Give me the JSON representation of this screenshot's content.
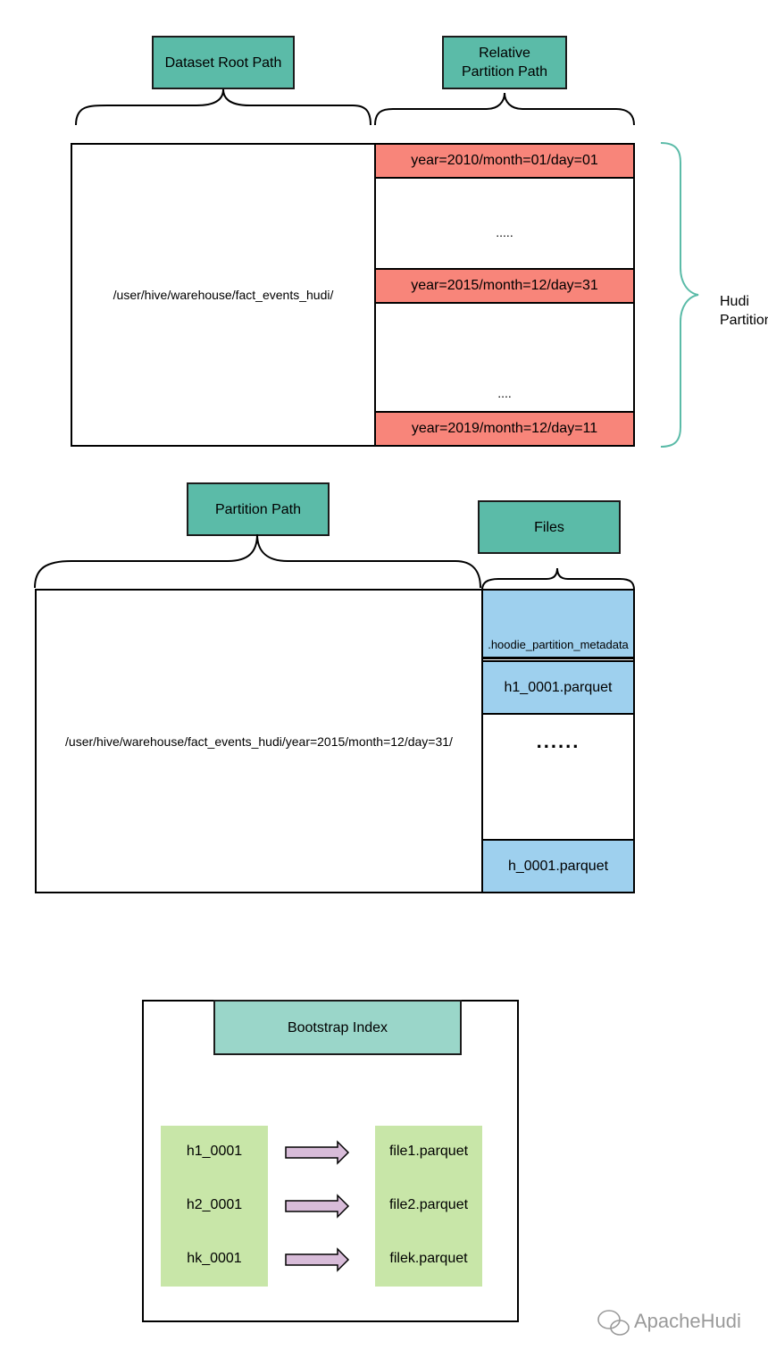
{
  "section1": {
    "dataset_root_label": "Dataset Root Path",
    "relative_partition_label": "Relative\nPartition Path",
    "root_path": "/user/hive/warehouse/fact_events_hudi/",
    "partitions": [
      "year=2010/month=01/day=01",
      ".....",
      "year=2015/month=12/day=31",
      "....",
      "year=2019/month=12/day=11"
    ],
    "hudi_partitions_label": "Hudi\nPartitions"
  },
  "section2": {
    "partition_path_label": "Partition Path",
    "files_label": "Files",
    "partition_path": "/user/hive/warehouse/fact_events_hudi/year=2015/month=12/day=31/",
    "files": [
      ".hoodie_partition_metadata",
      "h1_0001.parquet",
      "......",
      "h_0001.parquet"
    ]
  },
  "section3": {
    "title": "Bootstrap Index",
    "keys": [
      "h1_0001",
      "h2_0001",
      "hk_0001"
    ],
    "values": [
      "file1.parquet",
      "file2.parquet",
      "filek.parquet"
    ]
  },
  "watermark": "ApacheHudi",
  "colors": {
    "teal": "#5bbba8",
    "teal_light": "#9ad6c9",
    "red": "#f8857a",
    "blue": "#9ed0ee",
    "green": "#c8e6a8",
    "arrow": "#d8bcd9",
    "brace_teal": "#5bbba8"
  }
}
